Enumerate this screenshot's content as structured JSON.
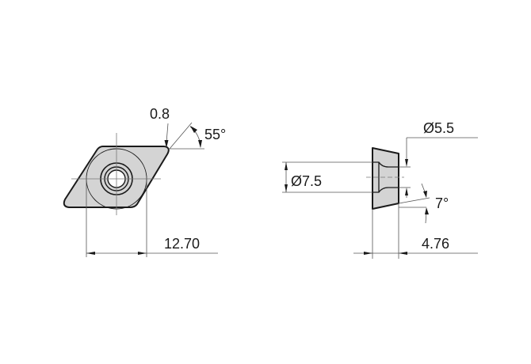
{
  "diagram": {
    "type": "technical-drawing",
    "subject": "rhombic cutting insert (55° diamond) with countersunk center hole",
    "colors": {
      "background": "#ffffff",
      "insert_fill": "#d4d4d4",
      "outline": "#1a1a1a",
      "dimension_lines": "#555555"
    },
    "top_view": {
      "labels": {
        "corner_radius": "0.8",
        "included_angle": "55°",
        "inscribed_circle": "12.70"
      }
    },
    "side_view": {
      "labels": {
        "hole_outer_diameter": "Ø7.5",
        "hole_inner_diameter": "Ø5.5",
        "clearance_angle": "7°",
        "thickness": "4.76"
      }
    }
  }
}
